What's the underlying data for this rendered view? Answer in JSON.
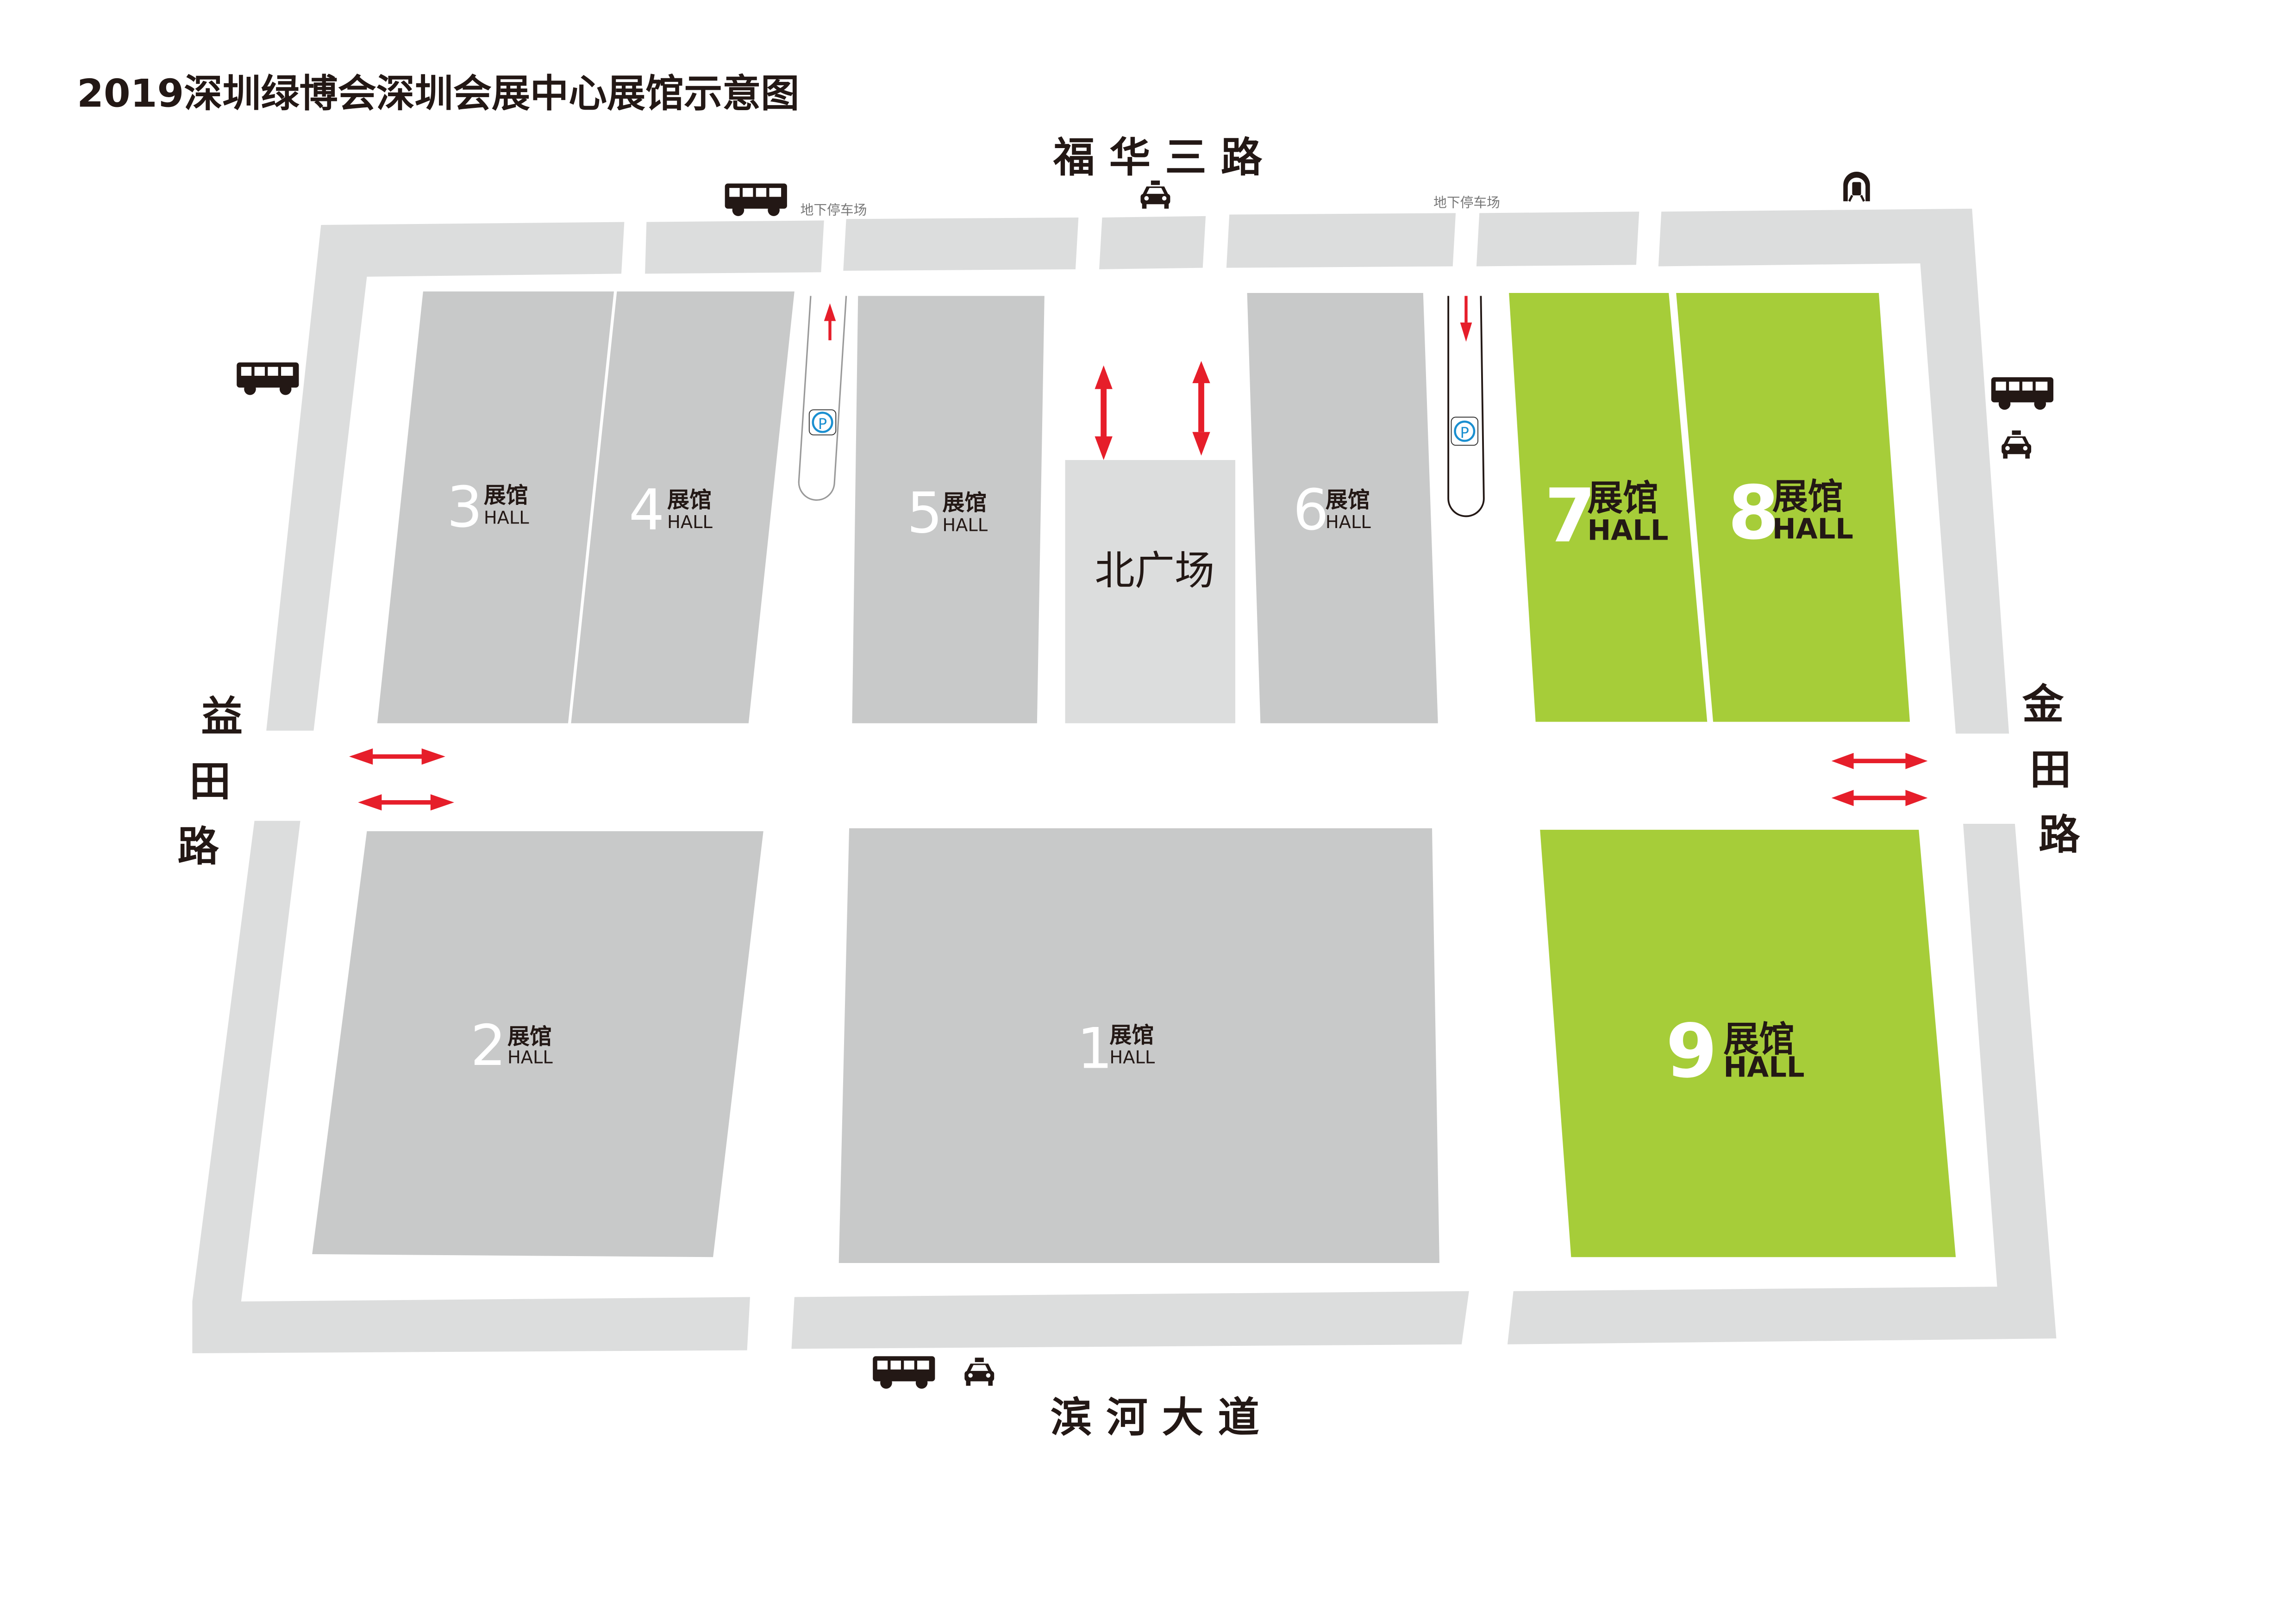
{
  "title": "2019深圳绿博会深圳会展中心展馆示意图",
  "streets": {
    "north": "福 华 三 路",
    "south": "滨 河 大 道",
    "west": [
      "益",
      "田",
      "路"
    ],
    "east": [
      "金",
      "田",
      "路"
    ]
  },
  "parking_labels": [
    "地下停车场",
    "地下停车场"
  ],
  "plaza": "北广场",
  "hall_word": "展馆",
  "hall_en": "HALL",
  "halls": [
    {
      "number": "1",
      "highlighted": false
    },
    {
      "number": "2",
      "highlighted": false
    },
    {
      "number": "3",
      "highlighted": false
    },
    {
      "number": "4",
      "highlighted": false
    },
    {
      "number": "5",
      "highlighted": false
    },
    {
      "number": "6",
      "highlighted": false
    },
    {
      "number": "7",
      "highlighted": true
    },
    {
      "number": "8",
      "highlighted": true
    },
    {
      "number": "9",
      "highlighted": true
    }
  ],
  "parking_sign": "P",
  "icons": [
    "bus-icon",
    "taxi-icon",
    "metro-icon",
    "parking-icon"
  ],
  "colors": {
    "highlight": "#a6cd39",
    "hall": "#c8c9c9",
    "road": "#dcdddd",
    "arrow": "#e61e2a",
    "text": "#231815"
  }
}
